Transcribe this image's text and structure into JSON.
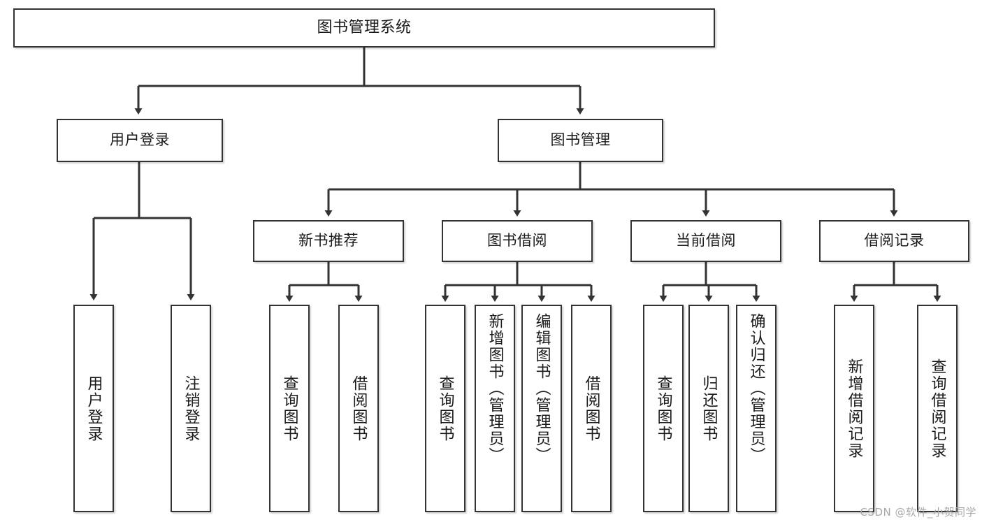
{
  "diagram": {
    "title": "图书管理系统",
    "type": "tree",
    "watermark": "CSDN @软件_小贺同学",
    "stroke_color": "#333333",
    "fill_color": "#ffffff",
    "text_color": "#1a1a1a",
    "nodes": {
      "root": {
        "label": "图书管理系统"
      },
      "level1": [
        {
          "id": "user-login",
          "label": "用户登录"
        },
        {
          "id": "book-manage",
          "label": "图书管理"
        }
      ],
      "level2": [
        {
          "id": "new-book-recommend",
          "label": "新书推荐"
        },
        {
          "id": "book-borrow",
          "label": "图书借阅"
        },
        {
          "id": "current-borrow",
          "label": "当前借阅"
        },
        {
          "id": "borrow-record",
          "label": "借阅记录"
        }
      ],
      "leaves": {
        "user-login": [
          {
            "id": "leaf-user-login",
            "label": "用户登录"
          },
          {
            "id": "leaf-logout",
            "label": "注销登录"
          }
        ],
        "new-book-recommend": [
          {
            "id": "leaf-query-book-1",
            "label": "查询图书"
          },
          {
            "id": "leaf-borrow-book-1",
            "label": "借阅图书"
          }
        ],
        "book-borrow": [
          {
            "id": "leaf-query-book-2",
            "label": "查询图书"
          },
          {
            "id": "leaf-add-book",
            "label": "新增图书（管理员）"
          },
          {
            "id": "leaf-edit-book",
            "label": "编辑图书（管理员）"
          },
          {
            "id": "leaf-borrow-book-2",
            "label": "借阅图书"
          }
        ],
        "current-borrow": [
          {
            "id": "leaf-query-book-3",
            "label": "查询图书"
          },
          {
            "id": "leaf-return-book",
            "label": "归还图书"
          },
          {
            "id": "leaf-confirm-return",
            "label": "确认归还（管理员）"
          }
        ],
        "borrow-record": [
          {
            "id": "leaf-add-record",
            "label": "新增借阅记录"
          },
          {
            "id": "leaf-query-record",
            "label": "查询借阅记录"
          }
        ]
      }
    }
  }
}
